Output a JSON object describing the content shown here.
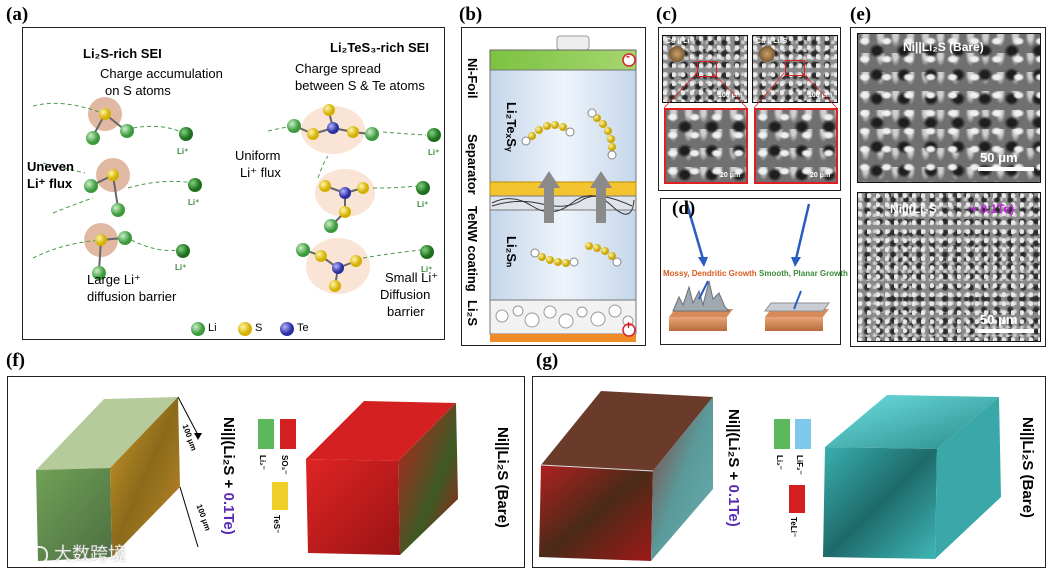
{
  "panels": {
    "a": {
      "label": "(a)",
      "left_title": "Li₂S-rich SEI",
      "left_note": [
        "Charge accumulation",
        "on S atoms"
      ],
      "uneven": [
        "Uneven",
        "Li⁺ flux"
      ],
      "large_barrier": [
        "Large Li⁺",
        "diffusion barrier"
      ],
      "right_title": "Li₂TeS₃-rich SEI",
      "right_note": [
        "Charge spread",
        "between S & Te atoms"
      ],
      "uniform": [
        "Uniform",
        "Li⁺ flux"
      ],
      "small_barrier": [
        "Small Li⁺",
        "Diffusion",
        "barrier"
      ],
      "li_ion": "Li⁺",
      "legend": [
        "Li",
        "S",
        "Te"
      ],
      "colors": {
        "li": "#5cb85c",
        "s": "#f0d020",
        "te": "#2a3fbf"
      }
    },
    "b": {
      "label": "(b)",
      "ni_foil": "Ni-Foil",
      "separator": "Separator",
      "tenw": "TeNW coating",
      "li2s": "Li₂S",
      "li2tes": "Li₂TeₓSᵧ",
      "li2sn": "Li₂Sₙ",
      "minus": "-",
      "plus": "+"
    },
    "c": {
      "label": "(c)",
      "img1": "Cu || Li",
      "img2": "Cu || Li₂S",
      "scale_top": "100 μm",
      "scale_bottom": "20 μm"
    },
    "d": {
      "label": "(d)",
      "left": "Mossy, Dendritic Growth",
      "right": "Smooth, Planar Growth"
    },
    "e": {
      "label": "(e)",
      "top_title": "Ni||Li₂S (Bare)",
      "bottom_title_a": "Ni||(Li₂S ",
      "bottom_title_b": "+ 0.1Te)",
      "scale": "50 μm"
    },
    "f": {
      "label": "(f)",
      "side_a": "Ni||(Li₂S + ",
      "side_b": "0.1Te)",
      "right_side": "Ni||Li₂S (Bare)",
      "dim1": "100 μm",
      "dim2": "100 μm",
      "leg_li2": "Li₂⁻",
      "leg_so3": "SO₃⁻",
      "leg_tes": "TeS⁻"
    },
    "g": {
      "label": "(g)",
      "side_a": "Ni||(Li₂S + ",
      "side_b": "0.1Te)",
      "right_side": "Ni||Li₂S (Bare)",
      "leg_li2": "Li₂⁻",
      "leg_lif2": "LiF₂⁻",
      "leg_teli": "TeLi⁻"
    }
  },
  "watermark": "大数跨境"
}
